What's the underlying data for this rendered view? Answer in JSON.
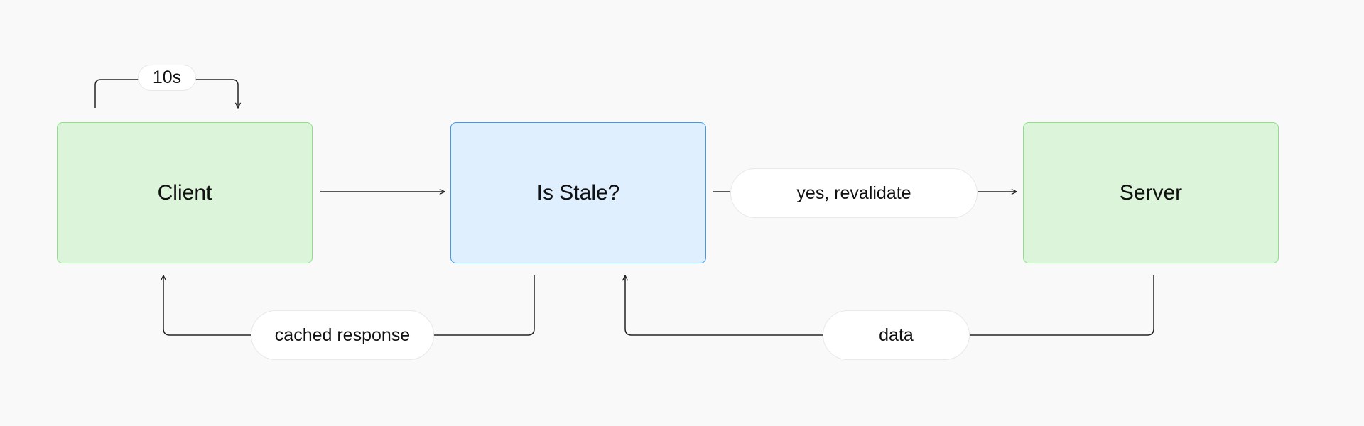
{
  "nodes": {
    "client": "Client",
    "is_stale": "Is Stale?",
    "server": "Server"
  },
  "edge_labels": {
    "interval": "10s",
    "revalidate": "yes, revalidate",
    "cached_response": "cached response",
    "data": "data"
  },
  "colors": {
    "client_server_fill": "#dcf5da",
    "client_server_border": "#8ede8a",
    "decision_fill": "#dfeffe",
    "decision_border": "#3f9ae8",
    "connector": "#222222",
    "background": "#f9f9f9"
  }
}
